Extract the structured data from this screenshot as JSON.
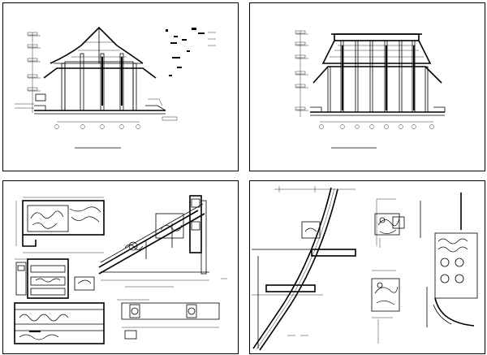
{
  "sheets": [
    {
      "id": "sheet-tl",
      "content": "side-section-elevation"
    },
    {
      "id": "sheet-tr",
      "content": "front-section-elevation"
    },
    {
      "id": "sheet-bl",
      "content": "stair-balustrade-details"
    },
    {
      "id": "sheet-br",
      "content": "eave-bracket-details"
    }
  ]
}
